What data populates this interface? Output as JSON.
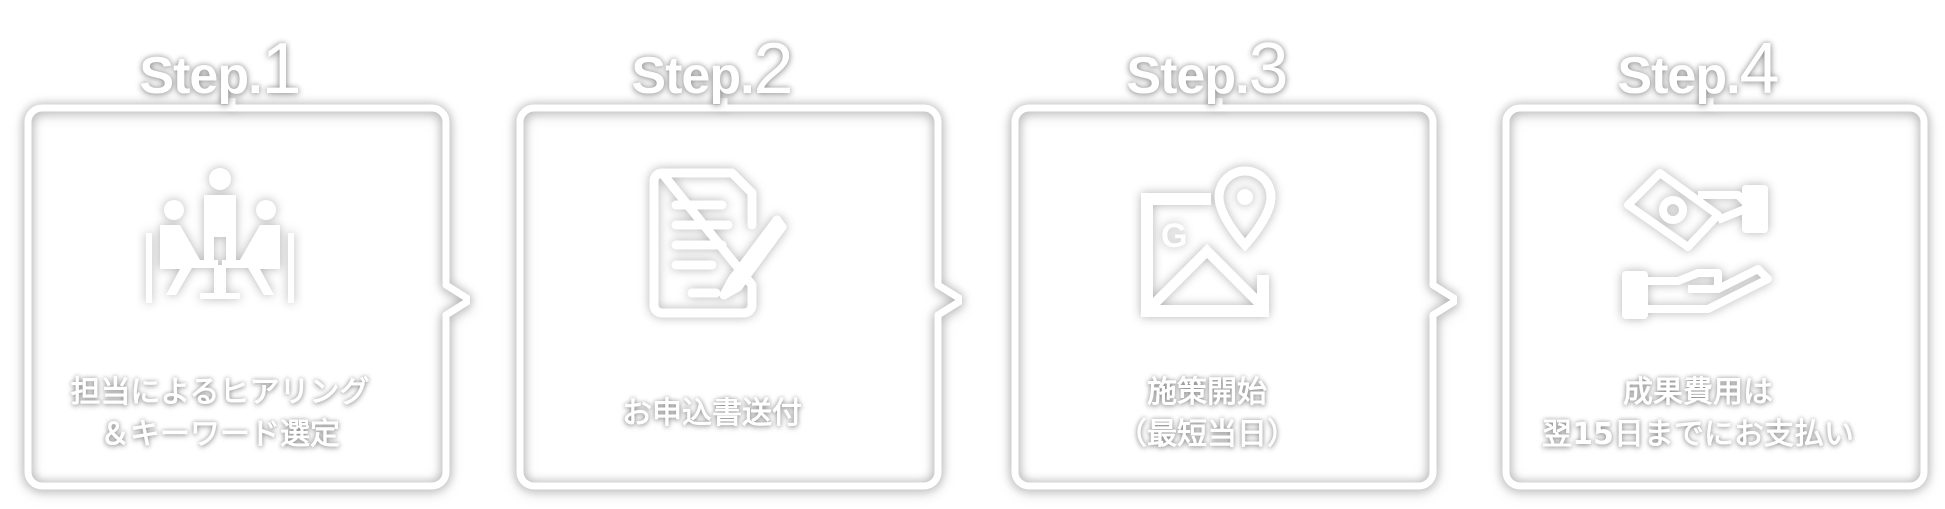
{
  "steps": [
    {
      "prefix": "Step.",
      "number": "1",
      "icon": "meeting-icon",
      "lines": [
        "担当によるヒアリング",
        "＆キーワード選定"
      ]
    },
    {
      "prefix": "Step.",
      "number": "2",
      "icon": "document-pen-icon",
      "lines": [
        "お申込書送付"
      ]
    },
    {
      "prefix": "Step.",
      "number": "3",
      "icon": "google-map-pin-icon",
      "lines": [
        "施策開始",
        "（最短当日）"
      ]
    },
    {
      "prefix": "Step.",
      "number": "4",
      "icon": "money-hand-icon",
      "lines": [
        "成果費用は",
        "翌15日までにお支払い"
      ]
    }
  ],
  "colors": {
    "foreground": "#ffffff",
    "shadow": "#bdbdbd"
  }
}
